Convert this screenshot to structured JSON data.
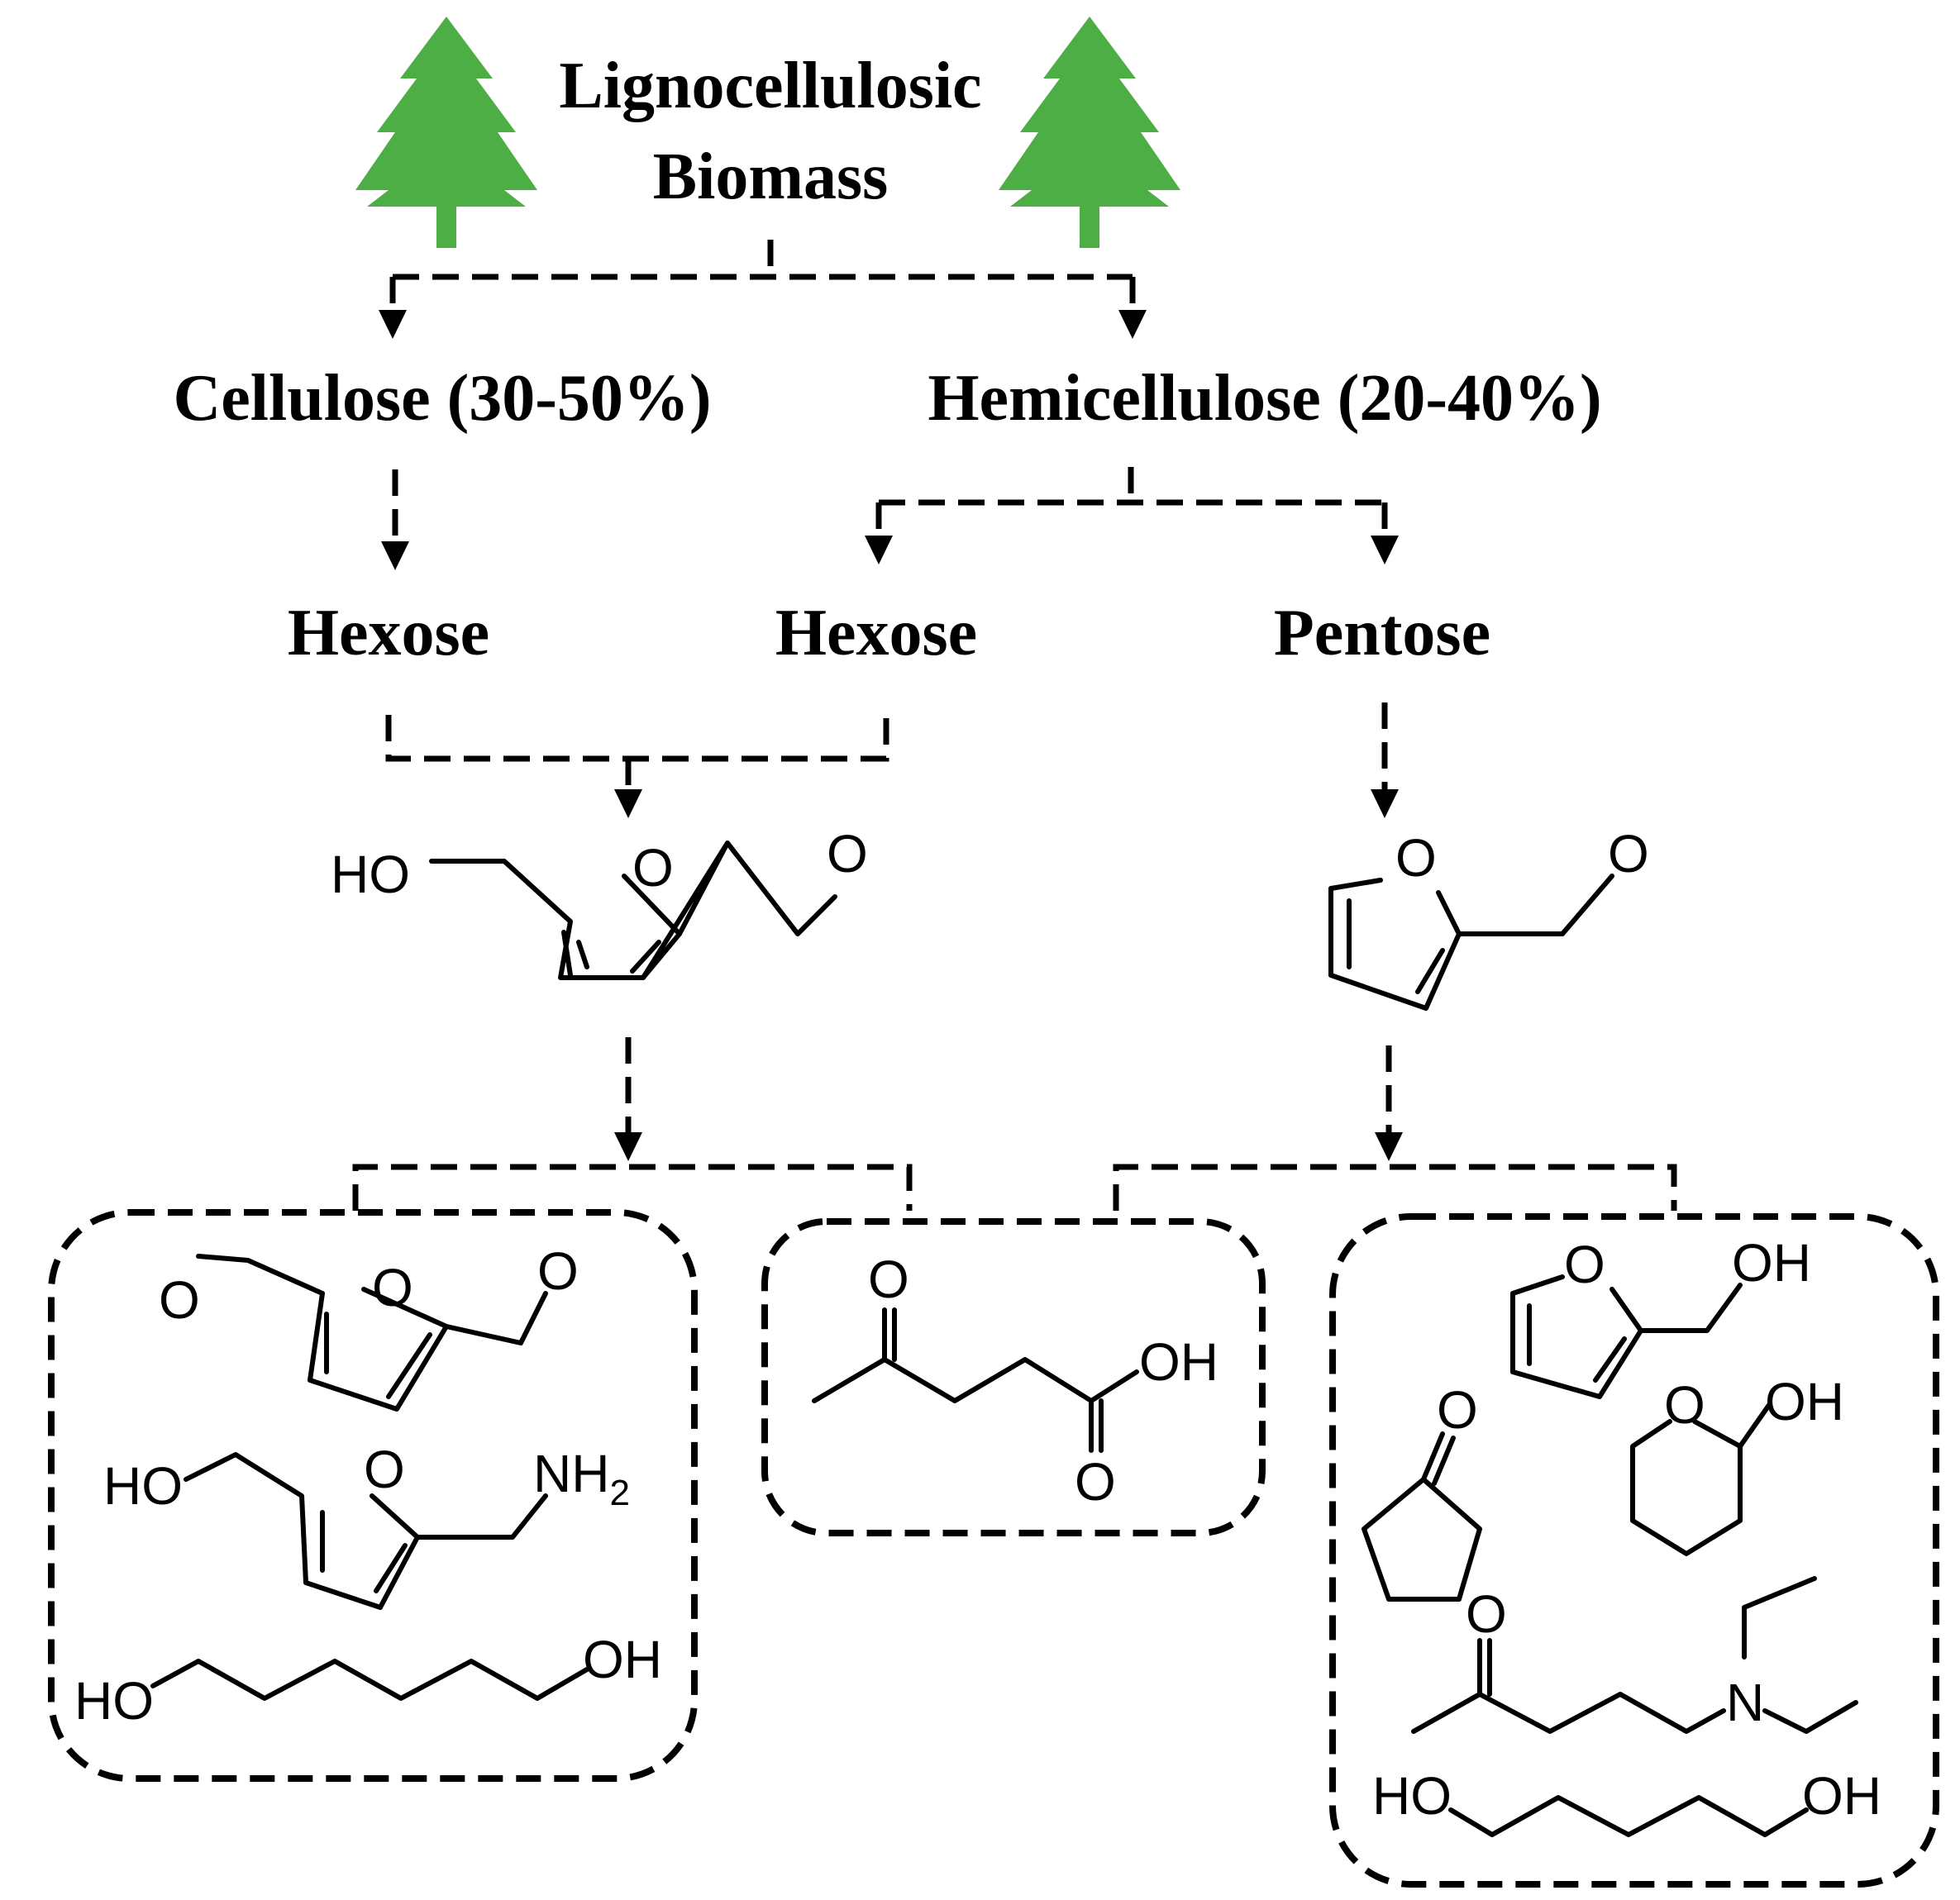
{
  "labels": {
    "biomass_line1": "Lignocellulosic",
    "biomass_line2": "Biomass",
    "cellulose": "Cellulose (30-50%)",
    "hemicellulose": "Hemicellulose (20-40%)",
    "hexose_left": "Hexose",
    "hexose_right": "Hexose",
    "pentose": "Pentose"
  },
  "atoms": {
    "hmf_ho": "HO",
    "hmf_o_ring": "O",
    "hmf_o_ald": "O",
    "fur_o_ring": "O",
    "fur_o_ald": "O",
    "dff_o_left": "O",
    "dff_o_ring": "O",
    "dff_o_right": "O",
    "amf_ho": "HO",
    "amf_o_ring": "O",
    "amf_nh": "NH",
    "amf_sub": "2",
    "hdo_ho": "HO",
    "hdo_oh": "OH",
    "la_o_ket": "O",
    "la_oh": "OH",
    "la_o_acid": "O",
    "fa_o_ring": "O",
    "fa_oh": "OH",
    "cp_o": "O",
    "thp_o_ring": "O",
    "thp_oh": "OH",
    "amine_o": "O",
    "amine_n": "N",
    "pdo_ho": "HO",
    "pdo_oh": "OH"
  },
  "colors": {
    "tree": "#4cae45",
    "line": "#000000"
  },
  "icons": [
    "tree-icon-left",
    "tree-icon-right"
  ]
}
